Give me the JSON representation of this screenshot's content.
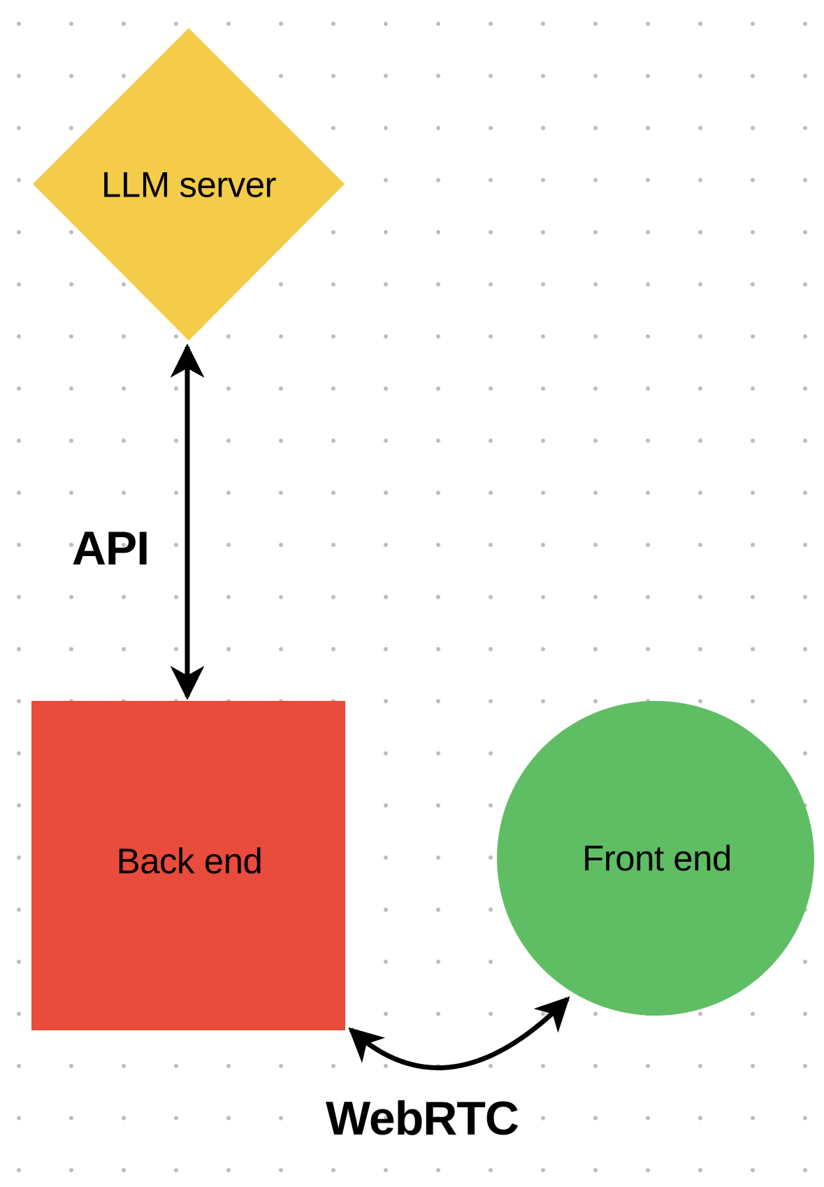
{
  "canvas": {
    "background_color": "#FFFFFF",
    "dot_grid_color": "#BDBDBD"
  },
  "nodes": [
    {
      "id": "llm-server",
      "shape": "diamond",
      "label": "LLM server",
      "fill": "#F4CC49",
      "text_color": "#000000"
    },
    {
      "id": "back-end",
      "shape": "square",
      "label": "Back end",
      "fill": "#E94B3C",
      "text_color": "#000000"
    },
    {
      "id": "front-end",
      "shape": "circle",
      "label": "Front end",
      "fill": "#5FBE63",
      "text_color": "#000000"
    }
  ],
  "connectors": [
    {
      "id": "api",
      "label": "API",
      "style": "straight-double-arrow",
      "color": "#000000",
      "from": "llm-server",
      "to": "back-end"
    },
    {
      "id": "webrtc",
      "label": "WebRTC",
      "style": "curved-double-arrow",
      "color": "#000000",
      "from": "back-end",
      "to": "front-end"
    }
  ]
}
